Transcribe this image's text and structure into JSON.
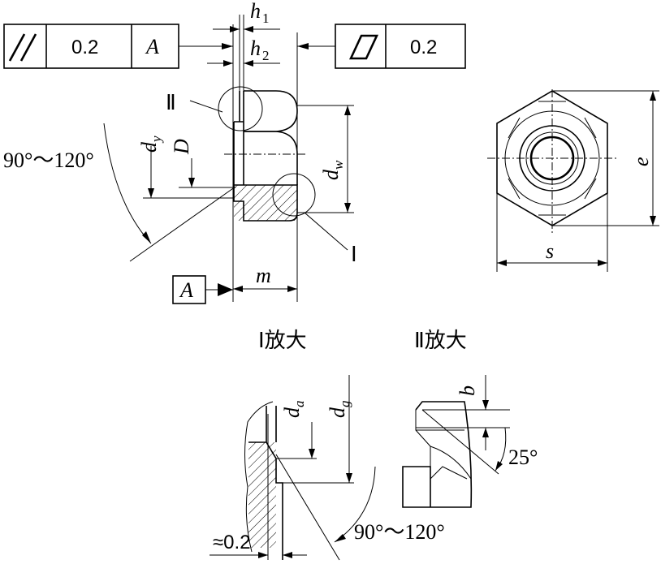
{
  "parallelism_frame": {
    "symbol": "//",
    "tolerance": "0.2",
    "datum": "A"
  },
  "flatness_frame": {
    "tolerance": "0.2"
  },
  "labels": {
    "h1": {
      "main": "h",
      "sub": "1"
    },
    "h2": {
      "main": "h",
      "sub": "2"
    },
    "dy": {
      "main": "d",
      "sub": "y"
    },
    "D": "D",
    "dw": {
      "main": "d",
      "sub": "w"
    },
    "e": "e",
    "s": "s",
    "m": "m",
    "datum_A": "A",
    "detail_II_marker": "Ⅱ",
    "detail_I_marker": "Ⅰ",
    "angle_main": "90°～120°",
    "da": {
      "main": "d",
      "sub": "a"
    },
    "dg": {
      "main": "d",
      "sub": "g"
    },
    "b": "b",
    "angle_25": "25°",
    "angle_detail": "90°～120°",
    "approx_02": "≈0.2"
  },
  "titles": {
    "detail_I": "Ⅰ放大",
    "detail_II": "Ⅱ放大"
  }
}
